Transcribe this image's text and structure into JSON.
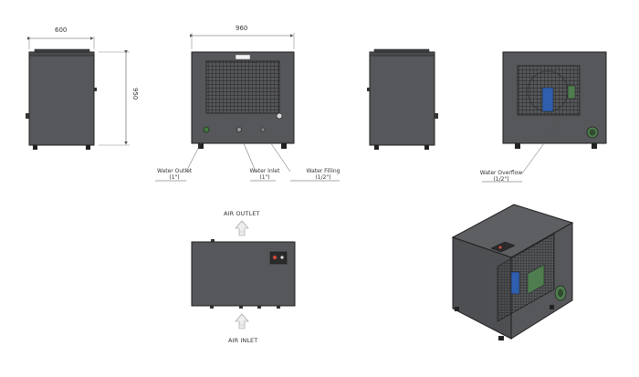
{
  "dimensions": {
    "side_width": "600",
    "front_width": "960",
    "height": "950"
  },
  "callouts": {
    "water_outlet": {
      "name": "Water Outlet",
      "size": "(1\")"
    },
    "water_inlet": {
      "name": "Water Inlet",
      "size": "(1\")"
    },
    "water_filling": {
      "name": "Water Filling",
      "size": "(1/2\")"
    },
    "water_overflow": {
      "name": "Water Overflow",
      "size": "(1/2\")"
    }
  },
  "airflow": {
    "outlet": "AIR OUTLET",
    "inlet": "AIR INLET"
  },
  "colors": {
    "panel": "#56575a",
    "panel_dark": "#3f4043",
    "outline": "#1e1e1e",
    "grille": "#2a2a2a",
    "fan_blue": "#2f5fae",
    "green_fitting": "#4f7d4f",
    "dimension_line": "#555555"
  }
}
